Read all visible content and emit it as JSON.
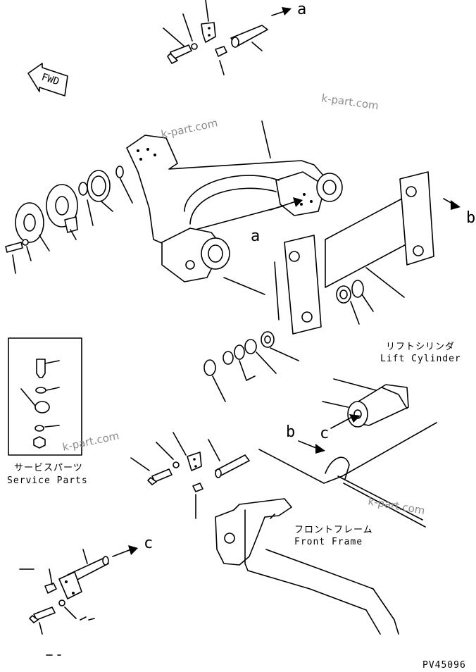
{
  "fwd_label": "FWD",
  "callouts": {
    "a": "a",
    "b": "b",
    "c": "c"
  },
  "lift_cylinder": {
    "jp": "リフトシリンダ",
    "en": "Lift Cylinder"
  },
  "front_frame": {
    "jp": "フロントフレーム",
    "en": "Front Frame"
  },
  "service_parts": {
    "jp": "サービスパーツ",
    "en": "Service Parts"
  },
  "watermark": "k-part.com",
  "drawing_number": "PV45096"
}
